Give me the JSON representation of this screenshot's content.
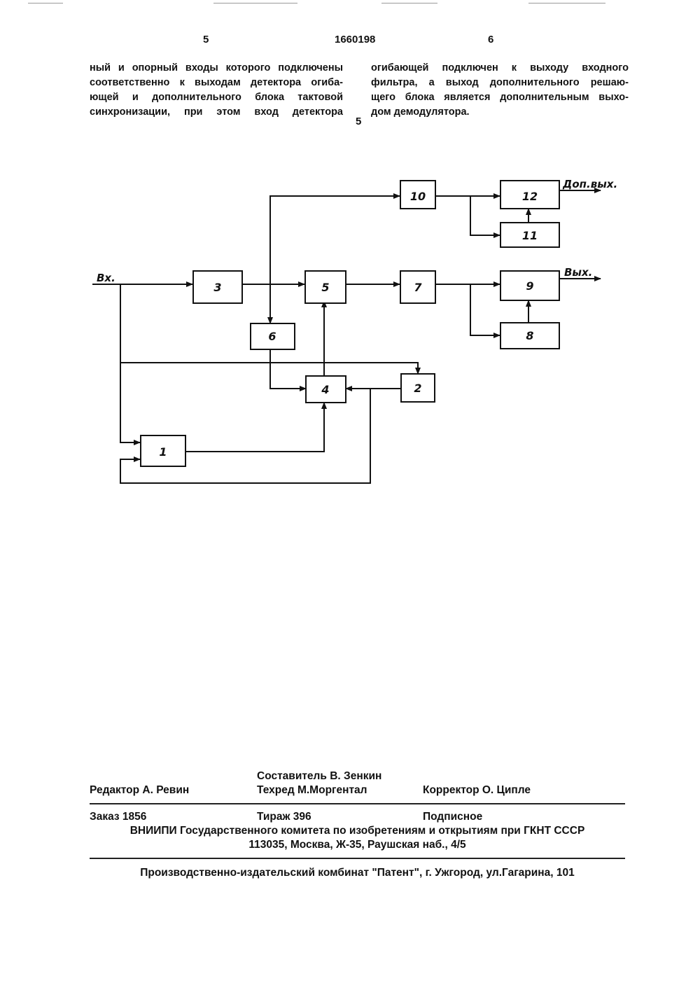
{
  "header": {
    "page_left": "5",
    "patent_number": "1660198",
    "page_right": "6"
  },
  "text": {
    "left_lines": [
      "ный и опорный входы которого подключены",
      "соответственно к выходам детектора огиба-",
      "ющей и дополнительного блока тактовой",
      "синхронизации, при этом вход детектора"
    ],
    "right_lines": [
      "огибающей подключен к выходу входного",
      "фильтра, а выход дополнительного решаю-",
      "щего блока является дополнительным выхо-",
      "дом демодулятора."
    ],
    "line_number": "5"
  },
  "diagram": {
    "blocks": [
      "1",
      "2",
      "3",
      "4",
      "5",
      "6",
      "7",
      "8",
      "9",
      "10",
      "11",
      "12"
    ],
    "labels": {
      "input": "Вх.",
      "output": "Вых.",
      "extra_output": "Доп.вых."
    }
  },
  "imprint": {
    "composer": "Составитель В. Зенкин",
    "editor": "Редактор  А. Ревин",
    "techred": "Техред М.Моргентал",
    "corrector": "Корректор   О. Ципле",
    "order": "Заказ  1856",
    "circulation": "Тираж 396",
    "subscription": "Подписное",
    "org": "ВНИИПИ Государственного комитета по изобретениям и открытиям при ГКНТ СССР",
    "address": "113035, Москва, Ж-35, Раушская наб., 4/5",
    "publisher": "Производственно-издательский комбинат \"Патент\", г. Ужгород, ул.Гагарина, 101"
  }
}
